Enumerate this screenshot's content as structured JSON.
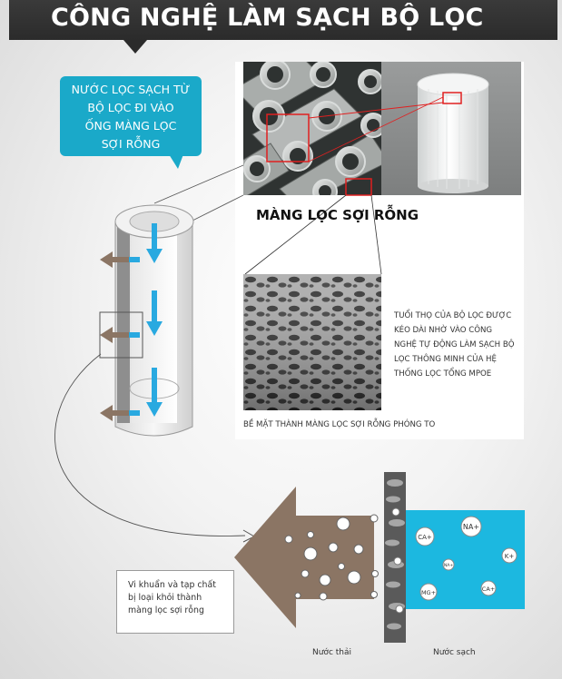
{
  "header": {
    "title": "CÔNG NGHỆ LÀM SẠCH BỘ LỌC"
  },
  "callout": {
    "lines": [
      "NƯỚC LỌC SẠCH TỪ",
      "BỘ LỌC ĐI VÀO",
      "ỐNG MÀNG LỌC",
      "SỢI RỖNG"
    ]
  },
  "panel": {
    "fiber_label": "MÀNG LỌC SỢI RỖNG",
    "description_lines": [
      "TUỔI THỌ CỦA BỘ LỌC ĐƯỢC",
      "KÉO DÀI NHỜ VÀO CÔNG",
      "NGHỆ TỰ ĐỘNG LÀM SẠCH BỘ",
      "LỌC THÔNG MINH CỦA HỆ",
      "THỐNG LỌC TỔNG MPOE"
    ],
    "membrane_caption": "BỀ MẶT THÀNH MÀNG LỌC SỢI RỖNG PHÓNG TO"
  },
  "bacteria_box": {
    "lines": [
      "Vi khuẩn và tạp chất",
      "bị loại khỏi thành",
      "màng lọc sợi rỗng"
    ]
  },
  "labels": {
    "waste_water": "Nước thải",
    "clean_water": "Nước sạch"
  },
  "ions": [
    "NA+",
    "CA+",
    "K+",
    "NA+",
    "MG+",
    "CA+"
  ],
  "colors": {
    "header_bg": "#2b2b2b",
    "callout_bg": "#1aa9c9",
    "clean_water": "#1cb8e0",
    "waste_arrow": "#8b7564",
    "flow_arrow": "#29a9e0"
  }
}
